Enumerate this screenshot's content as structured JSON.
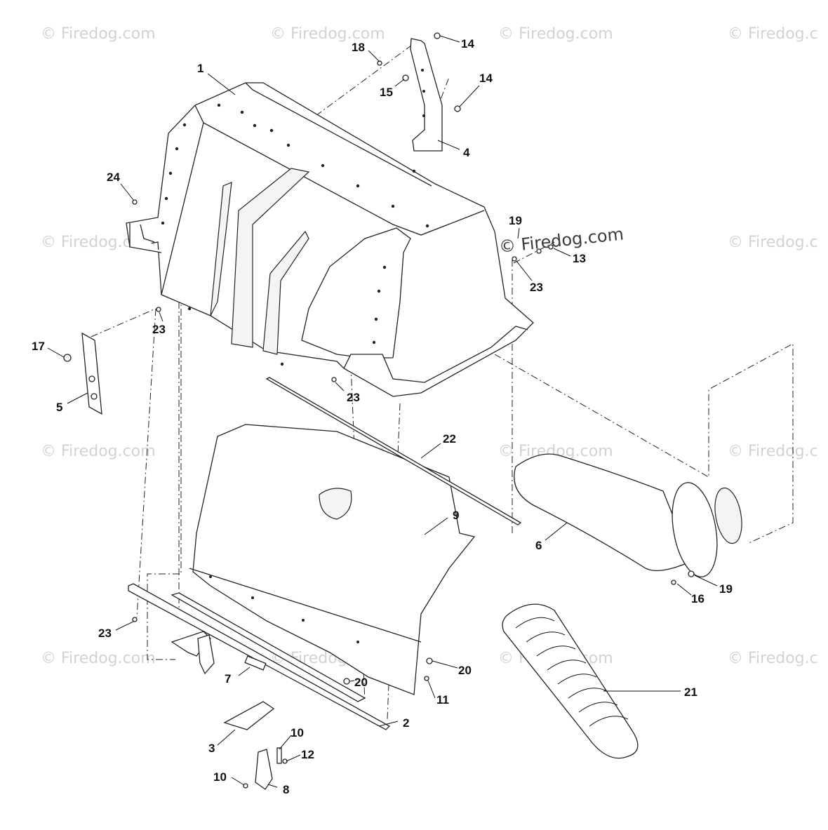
{
  "watermark": {
    "text": "© Firedog.com",
    "text_cut": "© Firedog.c",
    "prominent": "© Firedog.com"
  },
  "callouts": {
    "c1": "1",
    "c2": "2",
    "c3": "3",
    "c4": "4",
    "c5": "5",
    "c6": "6",
    "c7": "7",
    "c8": "8",
    "c9": "9",
    "c10a": "10",
    "c10b": "10",
    "c11": "11",
    "c12": "12",
    "c13": "13",
    "c14a": "14",
    "c14b": "14",
    "c15": "15",
    "c16": "16",
    "c17": "17",
    "c18": "18",
    "c19a": "19",
    "c19b": "19",
    "c20a": "20",
    "c20b": "20",
    "c21": "21",
    "c22": "22",
    "c23a": "23",
    "c23b": "23",
    "c23c": "23",
    "c23d": "23",
    "c24": "24"
  },
  "colors": {
    "line": "#222222",
    "watermark": "#cfd3d6",
    "background": "#ffffff"
  }
}
